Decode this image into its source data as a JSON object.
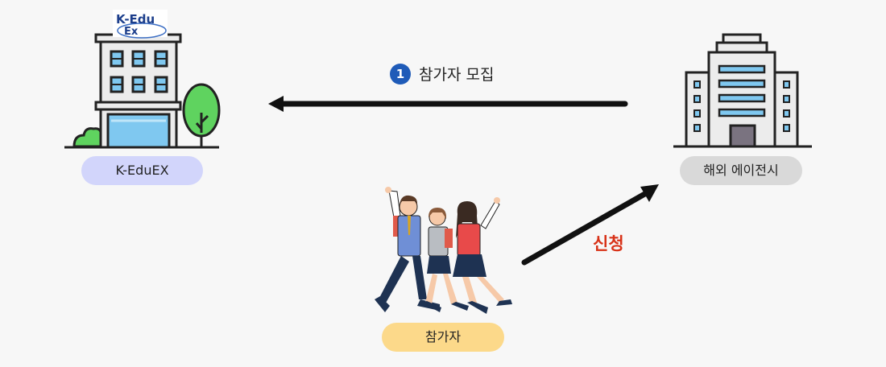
{
  "nodes": {
    "keduex": {
      "label": "K-EduEX",
      "logo_line1": "K-Edu",
      "logo_line2": "Ex"
    },
    "agency": {
      "label": "해외 에이전시"
    },
    "participant": {
      "label": "참가자"
    }
  },
  "flows": {
    "recruit": {
      "step": "1",
      "label": "참가자 모집"
    },
    "apply": {
      "label": "신청"
    }
  },
  "colors": {
    "keduex_pill": "#d2d5fb",
    "agency_pill": "#d9d9d9",
    "participant_pill": "#fcd98a",
    "step_badge": "#1f5bb8",
    "apply_label": "#d83218",
    "arrow": "#111111",
    "building_window": "#7fc8f0",
    "tree": "#5fd35f"
  }
}
